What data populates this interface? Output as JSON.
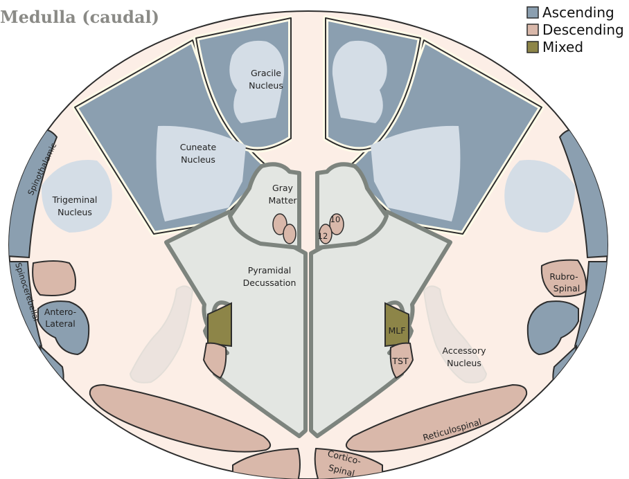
{
  "title": "Medulla (caudal)",
  "legend": {
    "ascending": "Ascending",
    "descending": "Descending",
    "mixed": "Mixed"
  },
  "colors": {
    "ascending": "#8b9fb0",
    "descending": "#d9b8aa",
    "mixed": "#8d8548",
    "background": "#fceee6",
    "nucleus": "#d4dde6",
    "gray_matter": "#e3e6e2",
    "outline": "#7d847e",
    "title": "#8a8a86"
  },
  "labels": {
    "gracile_1": "Gracile",
    "gracile_2": "Nucleus",
    "cuneate_1": "Cuneate",
    "cuneate_2": "Nucleus",
    "spinothalamic": "Spinothalamic",
    "trigeminal_1": "Trigeminal",
    "trigeminal_2": "Nucleus",
    "gray_matter_1": "Gray",
    "gray_matter_2": "Matter",
    "nucleus_10": "10",
    "nucleus_12": "12",
    "pyramidal_1": "Pyramidal",
    "pyramidal_2": "Decussation",
    "spinocerebellar": "Spinocerebellar",
    "antero_lateral_1": "Antero-",
    "antero_lateral_2": "Lateral",
    "rubrospinal_1": "Rubro-",
    "rubrospinal_2": "Spinal",
    "mlf": "MLF",
    "tst": "TST",
    "accessory_1": "Accessory",
    "accessory_2": "Nucleus",
    "reticulospinal": "Reticulospinal",
    "corticospinal_1": "Cortico-",
    "corticospinal_2": "Spinal"
  }
}
